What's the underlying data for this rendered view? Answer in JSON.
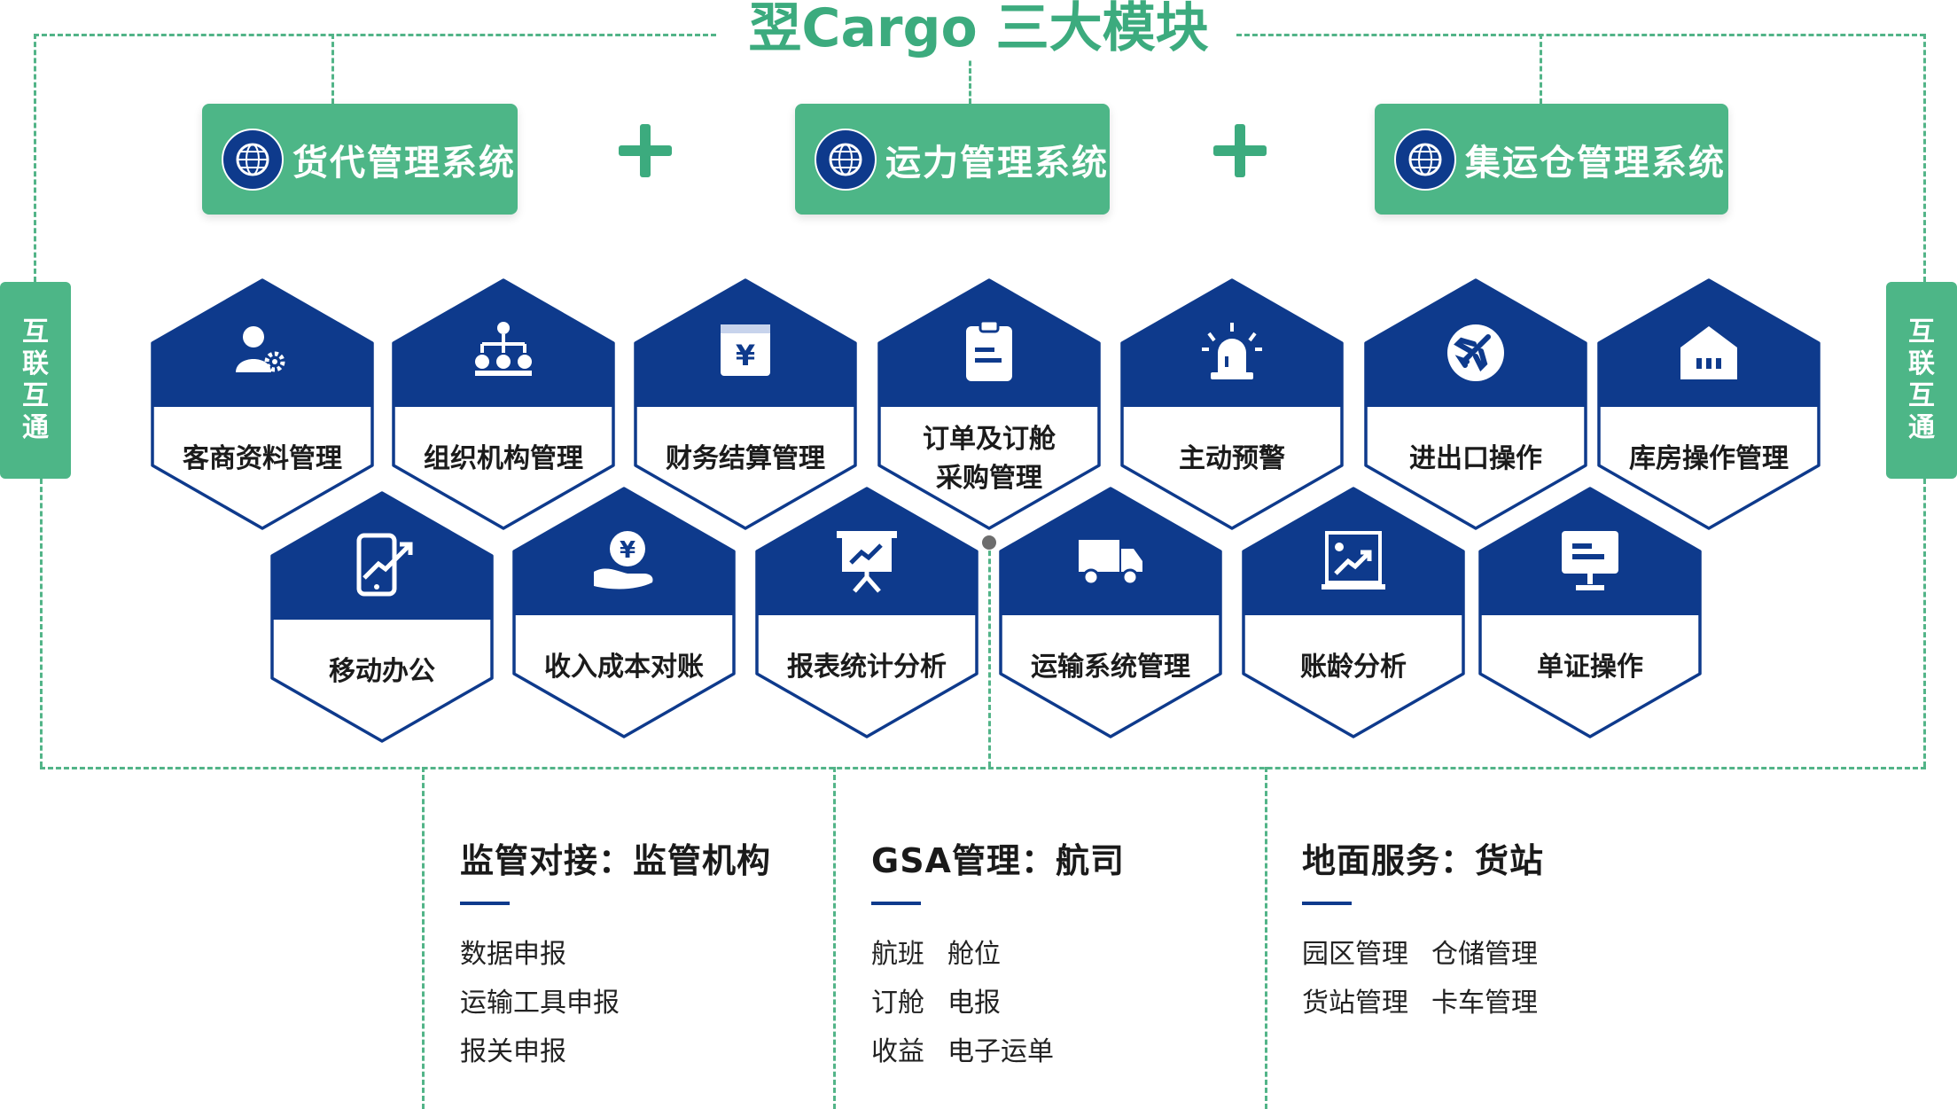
{
  "title": "翌Cargo 三大模块",
  "modules": [
    {
      "label": "货代管理系统"
    },
    {
      "label": "运力管理系统"
    },
    {
      "label": "集运仓管理系统"
    }
  ],
  "side_tabs": [
    [
      "互",
      "联",
      "互",
      "通"
    ],
    [
      "互",
      "联",
      "互",
      "通"
    ]
  ],
  "hexagons_top": [
    {
      "lines": [
        "客商资料管理"
      ],
      "icon": "user-gear-icon"
    },
    {
      "lines": [
        "组织机构管理"
      ],
      "icon": "org-chart-icon"
    },
    {
      "lines": [
        "财务结算管理"
      ],
      "icon": "yuan-box-icon"
    },
    {
      "lines": [
        "订单及订舱",
        "采购管理"
      ],
      "icon": "clipboard-icon"
    },
    {
      "lines": [
        "主动预警"
      ],
      "icon": "alarm-light-icon"
    },
    {
      "lines": [
        "进出口操作"
      ],
      "icon": "airplane-icon"
    },
    {
      "lines": [
        "库房操作管理"
      ],
      "icon": "warehouse-icon"
    }
  ],
  "hexagons_bottom": [
    {
      "lines": [
        "移动办公"
      ],
      "icon": "mobile-chart-icon"
    },
    {
      "lines": [
        "收入成本对账"
      ],
      "icon": "coin-hand-icon"
    },
    {
      "lines": [
        "报表统计分析"
      ],
      "icon": "presentation-icon"
    },
    {
      "lines": [
        "运输系统管理"
      ],
      "icon": "truck-icon"
    },
    {
      "lines": [
        "账龄分析"
      ],
      "icon": "aging-report-icon"
    },
    {
      "lines": [
        "单证操作"
      ],
      "icon": "monitor-document-icon"
    }
  ],
  "columns": [
    {
      "title": "监管对接：监管机构",
      "rows": [
        [
          "数据申报"
        ],
        [
          "运输工具申报"
        ],
        [
          "报关申报"
        ]
      ]
    },
    {
      "title": "GSA管理：航司",
      "rows": [
        [
          "航班",
          "舱位"
        ],
        [
          "订舱",
          "电报"
        ],
        [
          "收益",
          "电子运单"
        ]
      ]
    },
    {
      "title": "地面服务：货站",
      "rows": [
        [
          "园区管理",
          "仓储管理"
        ],
        [
          "货站管理",
          "卡车管理"
        ]
      ]
    }
  ],
  "colors": {
    "green": "#4db687",
    "navy": "#0e3a8c",
    "dash": "#52b488"
  }
}
